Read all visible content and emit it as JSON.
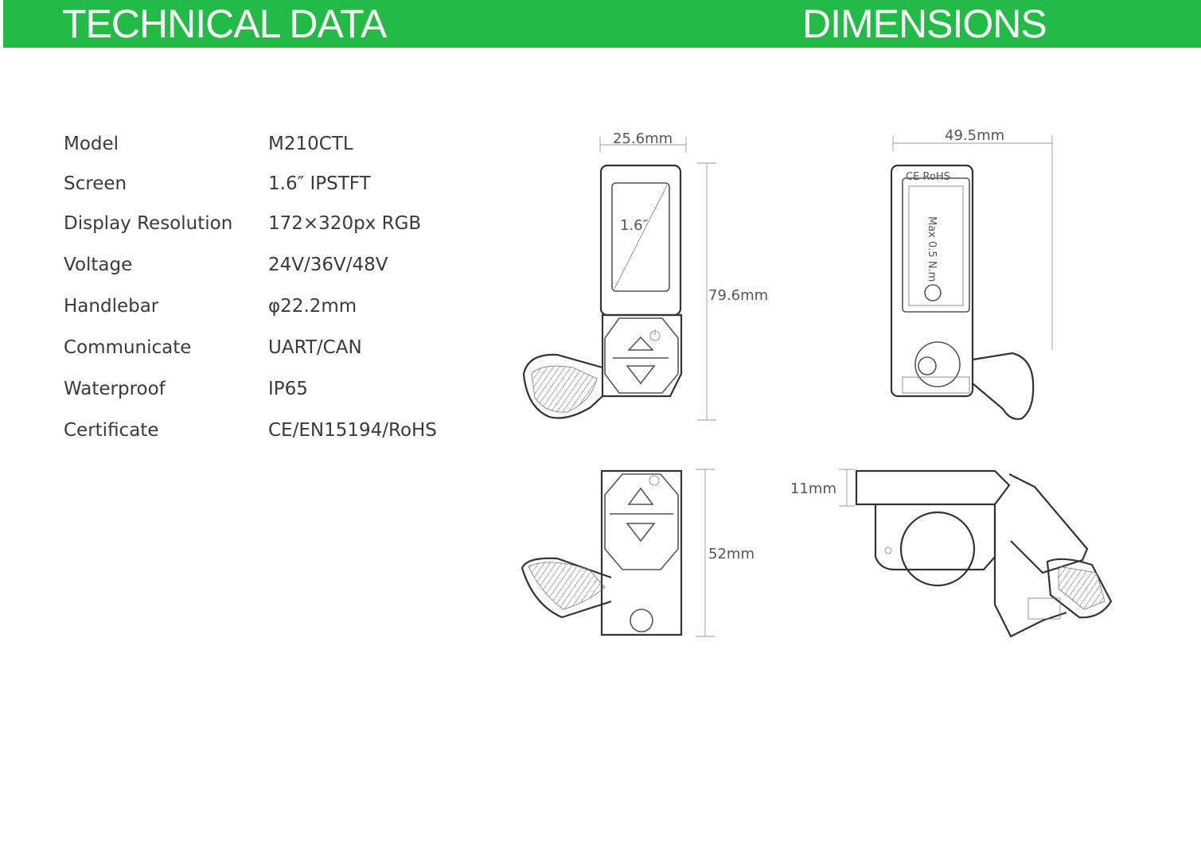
{
  "header": {
    "left_title": "TECHNICAL DATA",
    "right_title": "DIMENSIONS",
    "color": "#22bb45"
  },
  "specs": [
    {
      "label": "Model",
      "value": "M210CTL"
    },
    {
      "label": "Screen",
      "value": "1.6″  IPSTFT"
    },
    {
      "label": "Display Resolution",
      "value": "172×320px RGB"
    },
    {
      "label": "Voltage",
      "value": "24V/36V/48V"
    },
    {
      "label": "Handlebar",
      "value": "φ22.2mm"
    },
    {
      "label": "Communicate",
      "value": "UART/CAN"
    },
    {
      "label": "Waterproof",
      "value": "IP65"
    },
    {
      "label": "Certificate",
      "value": "CE/EN15194/RoHS"
    }
  ],
  "dimensions": {
    "front_width": "25.6mm",
    "front_height": "79.6mm",
    "screen_size": "1.6″",
    "back_width": "49.5mm",
    "bottom_height": "52mm",
    "side_thickness": "11mm",
    "back_marking_ce": "CE RoHS",
    "back_marking_torque": "Max 0.5 N.m"
  }
}
